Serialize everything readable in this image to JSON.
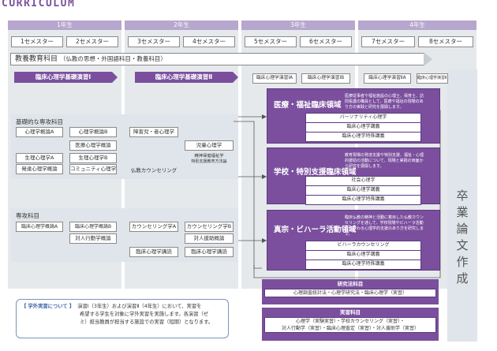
{
  "header": {
    "title": "CURRICULUM"
  },
  "years": [
    "1年生",
    "2年生",
    "3年生",
    "4年生"
  ],
  "semesters": [
    "1セメスター",
    "2セメスター",
    "3セメスター",
    "4セメスター",
    "5セメスター",
    "6セメスター",
    "7セメスター",
    "8セメスター"
  ],
  "liberal": {
    "main": "教養教育科目",
    "sub": "（仏教の思想・外国語科目・教養科目）"
  },
  "practicum": {
    "p1": "臨床心理学基礎演習Ⅰ",
    "p2": "臨床心理学基礎演習Ⅱ",
    "s5": "臨床心理学演習ⅠA",
    "s6": "臨床心理学演習ⅠB",
    "s7": "臨床心理学演習ⅡA",
    "s8": "臨床心理学演習ⅡB"
  },
  "basic": {
    "label": "基礎的な専攻科目",
    "c1": [
      "心理学概論A",
      "生理心理学A",
      "発達心理学概論"
    ],
    "c2": [
      "心理学概論B",
      "医療心理学概論",
      "生理心理学B",
      "コミュニティ心理学"
    ],
    "c3": [
      "障害児・者心理学",
      "仏教カウンセリング"
    ],
    "c4": [
      "児童心理学",
      "精神保健福祉学",
      "特別支援教育方法論"
    ]
  },
  "major": {
    "label": "専攻科目",
    "c1": [
      "臨床心理学概論A"
    ],
    "c2": [
      "臨床心理学概論B",
      "対人行動学概論"
    ],
    "c3": [
      "カウンセリング学A",
      "臨床心理学講読"
    ],
    "c4": [
      "カウンセリング学B",
      "対人援助概論",
      "臨床心理学講読"
    ]
  },
  "domains": [
    {
      "title": "医療・福祉臨床領域",
      "desc": "医療従事者や福祉施設の心理士、保育士、訪問看護の職員として、医療や福祉の現場のあり方の実践と研究を展開します。",
      "courses": [
        "パーソナリティ心理学",
        "臨床心理学講義",
        "臨床心理学特殊講義"
      ]
    },
    {
      "title": "学校・特別支援臨床領域",
      "desc": "教育現場の発達支援や特別支援、福祉・心理的援助の活動について、現場と実践の両面から研究を展開します。",
      "courses": [
        "社会心理学",
        "臨床心理学講義",
        "臨床心理学特殊講義"
      ]
    },
    {
      "title": "真宗・ビハーラ活動領域",
      "desc": "臨床仏教の精神と活動に着目した仏教カウンセリングを通して、学校現場やビハーラ活動にかかわる心理学的支援のあり方を研究します。",
      "courses": [
        "ビハーラカウンセリング",
        "臨床心理学講義",
        "臨床心理学特殊講義"
      ]
    }
  ],
  "thesis": "卒業論文作成",
  "research": {
    "title": "研究法科目",
    "body": "心理調査統計法・心理学研究法・臨床心理学（実習）"
  },
  "training": {
    "title": "実習科目",
    "body1": "心理学（実験実習）・学校カウンセリング（実習）・",
    "body2": "対人行動学（実習）・臨床心理査定（実習）・対人援助学（実習）"
  },
  "note": {
    "label": "【 学外実習について 】",
    "line1": "演習Ⅰ（3年生）および演習Ⅱ（4年生）において、実習を",
    "line2": "希望する学生を対象に学外実習を実施します。各演習（ゼ",
    "line3": "ミ）担当教員が担当する施設での実習（短期）となります。"
  },
  "colors": {
    "accent": "#7b4f9e",
    "year_header": "#b7a6cd",
    "band": "#dfe5ea"
  }
}
